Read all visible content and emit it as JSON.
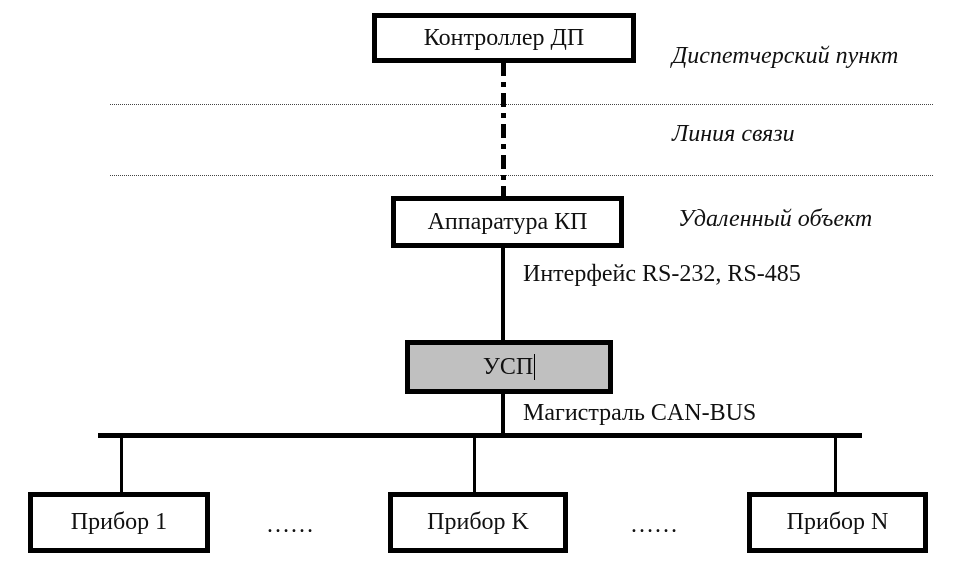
{
  "nodes": {
    "controller": "Контроллер ДП",
    "kp_equipment": "Аппаратура КП",
    "usp": "УСП",
    "device_1": "Прибор 1",
    "device_k": "Прибор K",
    "device_n": "Прибор N"
  },
  "zones": {
    "dispatch": "Диспетчерский пункт",
    "link": "Линия связи",
    "remote": "Удаленный объект"
  },
  "connections": {
    "interface": "Интерфейс RS-232, RS-485",
    "bus": "Магистраль CAN-BUS",
    "ellipsis_1": "……",
    "ellipsis_2": "……"
  },
  "colors": {
    "usp_fill": "#c0c0c0"
  }
}
